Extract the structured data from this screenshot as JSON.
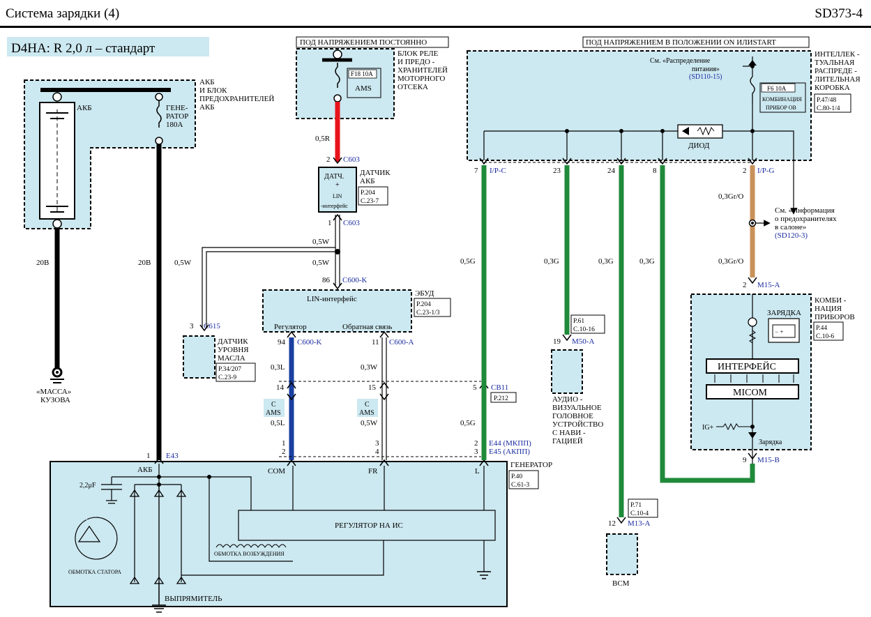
{
  "header": {
    "title": "Система   зарядки   (4)",
    "code": "SD373-4"
  },
  "engine_label": "D4HA: R 2,0   л – стандарт",
  "power_labels": {
    "constant": "ПОД НАПРЯЖЕНИЕМ  ПОСТОЯННО",
    "on_start": "ПОД НАПРЯЖЕНИЕМ  В ПОЛОЖЕНИИ ON  ИЛИSTART"
  },
  "battery_block": {
    "name_lines": [
      "АКБ",
      "И БЛОК",
      "ПРЕДОХРАНИТЕЛЕЙ",
      "АКБ"
    ],
    "battery_label": "АКБ",
    "fuse_lines": [
      "ГЕНЕ-",
      "РАТОР",
      "180A"
    ],
    "wire_left": "20B",
    "wire_right": "20B",
    "ground_lines": [
      "«МАССА»",
      "КУЗОВА"
    ]
  },
  "relay_box": {
    "name_lines": [
      "БЛОК РЕЛЕ",
      "И ПРЕДО -",
      "ХРАНИТЕЛЕЙ",
      "МОТОРНОГО",
      "ОТСЕКА"
    ],
    "fuse": "F18 10A",
    "fuse_name": "AMS",
    "wire": "0,5R"
  },
  "battery_sensor": {
    "pin_top": "2",
    "conn_top": "C603",
    "box_lines": [
      "ДАТЧ.",
      "+",
      "LIN",
      "-интерфейс"
    ],
    "name_lines": [
      "ДАТЧИК",
      "АКБ"
    ],
    "ref": [
      "P.204",
      "C.23-7"
    ],
    "pin_bottom": "1",
    "conn_bottom": "C603",
    "wire1": "0,5W",
    "wire2": "0,5W",
    "wire3": "0,5W"
  },
  "ecu": {
    "pin": "86",
    "conn": "C600-K",
    "lin": "LIN-интерфейс",
    "regulator": "Регулятор",
    "feedback": "Обратная   связь",
    "name": "ЭБУД",
    "ref": [
      "P.204",
      "C.23-1/3"
    ]
  },
  "oil_sensor": {
    "pin": "3",
    "conn": "C615",
    "name_lines": [
      "ДАТЧИК",
      "УРОВНЯ",
      "МАСЛА"
    ],
    "ref": [
      "P.34/207",
      "C.23-9"
    ]
  },
  "wires_mid": {
    "com_pin": "94",
    "com_conn": "C600-K",
    "com_wire": "0,3L",
    "fr_pin": "11",
    "fr_conn": "C600-A",
    "fr_wire": "0,3W",
    "joint_com": "14",
    "joint_fr": "15",
    "joint_l": "5",
    "joint_conn": "CB11",
    "joint_ref": "P.212",
    "ams_label": [
      "C",
      "AMS"
    ],
    "com_wire2": "0,5L",
    "fr_wire2": "0,5W",
    "l_wire": "0,5G",
    "l_wire2": "0,5G",
    "com_pins": [
      "1",
      "2"
    ],
    "fr_pins": [
      "3",
      "4"
    ],
    "l_pins": [
      "2",
      "3"
    ],
    "e44": "E44 (МКПП)",
    "e45": "E45 (АКПП)"
  },
  "generator": {
    "pin": "1",
    "conn": "E43",
    "akb": "АКБ",
    "com": "COM",
    "fr": "FR",
    "l": "L",
    "name": "ГЕНЕРАТОР",
    "ref": [
      "P.40",
      "C.61-3"
    ],
    "cap": "2,2μF",
    "regulator": "РЕГУЛЯТОР  НА ИС",
    "field": "ОБМОТКА ВОЗБУЖДЕНИЯ",
    "stator": "ОБМОТКА СТАТОРА",
    "rectifier": "ВЫПРЯМИТЕЛЬ"
  },
  "junction_box": {
    "see": [
      "См. «Распределение",
      "питания»"
    ],
    "see_ref": "(SD110-15)",
    "fuse": "F6 10A",
    "fuse_name": [
      "КОМБИНАЦИЯ",
      "ПРИБОР ОВ"
    ],
    "name_lines": [
      "ИНТЕЛЛЕК -",
      "ТУАЛЬНАЯ",
      "РАСПРЕДЕ -",
      "ЛИТЕЛЬНАЯ",
      "КОРОБКА"
    ],
    "ref": [
      "P.47/48",
      "C.80-1/4"
    ],
    "diode": "ДИОД",
    "pins": [
      "7",
      "23",
      "24",
      "8",
      "2"
    ],
    "conn_left": "I/P-C",
    "conn_right": "I/P-G"
  },
  "wires_right": {
    "g1": "0,5G",
    "g2": "0,3G",
    "g3": "0,3G",
    "g4": "0,3G",
    "gro1": "0,3Gr/O",
    "gro2": "0,3Gr/O"
  },
  "fuse_info": {
    "lines": [
      "См. «Информация",
      "о предохранителях",
      "в салоне»"
    ],
    "ref": "(SD120-3)"
  },
  "audio": {
    "pin": "19",
    "conn": "M50-A",
    "ref": [
      "P.61",
      "C.10-16"
    ],
    "name_lines": [
      "АУДИО -",
      "ВИЗУАЛЬНОЕ",
      "ГОЛОВНОЕ",
      "УСТРОЙСТВО",
      "С НАВИ -",
      "ГАЦИЕЙ"
    ]
  },
  "bcm": {
    "pin": "12",
    "conn": "M13-A",
    "ref": [
      "P.71",
      "C.10-4"
    ],
    "name": "BCM"
  },
  "cluster": {
    "pin_top": "2",
    "conn_top": "M15-A",
    "name_lines": [
      "КОМБИ -",
      "НАЦИЯ",
      "ПРИБОРОВ"
    ],
    "ref": [
      "P.44",
      "C.10-6"
    ],
    "charge": "ЗАРЯДКА",
    "interface": "ИНТЕРФЕЙС",
    "micom": "MICOM",
    "ig": "IG+",
    "charge_small": "Зарядка",
    "pin_bottom": "9",
    "conn_bottom": "M15-B"
  },
  "colors": {
    "box_fill": "#cce8f0",
    "red_wire": "#e8131b",
    "blue_wire": "#1a3fa0",
    "green_wire": "#1f8a3a",
    "gro_wire": "#c8915a",
    "connector_blue": "#1a2aa0"
  }
}
